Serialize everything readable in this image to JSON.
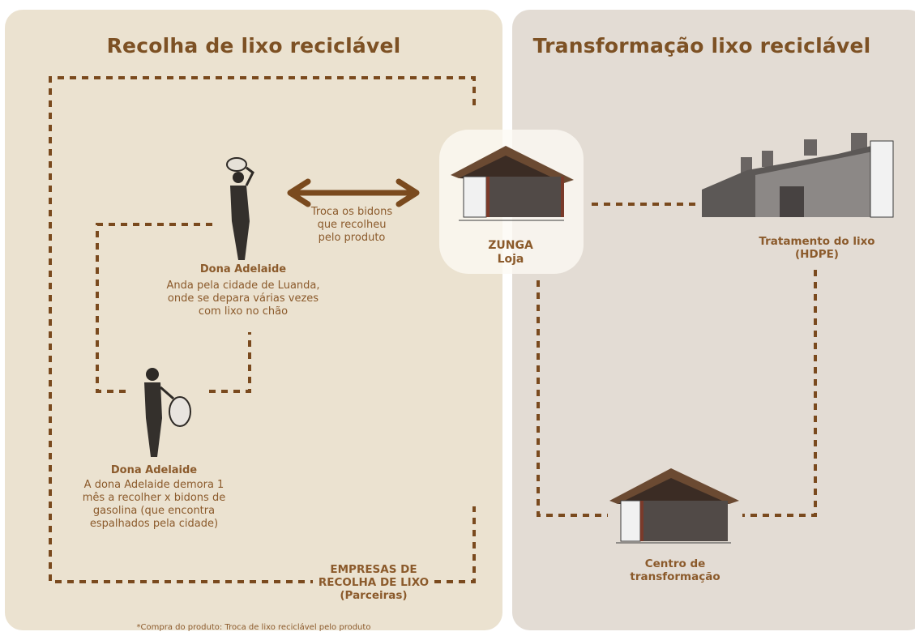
{
  "sections": {
    "left_title": "Recolha de lixo reciclável",
    "right_title": "Transformação lixo reciclável"
  },
  "nodes": {
    "adelaide_top": {
      "name": "Dona Adelaide",
      "desc_lines": [
        "Anda pela cidade de Luanda,",
        "onde se depara várias vezes",
        "com lixo no chão"
      ]
    },
    "adelaide_bottom": {
      "name": "Dona Adelaide",
      "desc_lines": [
        "A dona Adelaide demora 1",
        "mês a recolher x bidons de",
        "gasolina (que encontra",
        "espalhados pela cidade)"
      ]
    },
    "exchange": {
      "lines": [
        "Troca os bidons",
        "que recolheu",
        "pelo produto"
      ]
    },
    "zunga": {
      "lines": [
        "ZUNGA",
        "Loja"
      ]
    },
    "treatment": {
      "lines": [
        "Tratamento do lixo",
        "(HDPE)"
      ]
    },
    "transformation_center": {
      "lines": [
        "Centro de",
        "transformação"
      ]
    },
    "companies": {
      "lines": [
        "EMPRESAS DE",
        "RECOLHA DE LIXO",
        "(Parceiras)"
      ]
    }
  },
  "footnote": "*Compra do produto: Troca de lixo reciclável pelo produto",
  "colors": {
    "left_panel": "#ebe2d0",
    "right_panel": "#e3dcd4",
    "accent_brown": "#7d5124",
    "dotted_line": "#7a4a1e"
  }
}
